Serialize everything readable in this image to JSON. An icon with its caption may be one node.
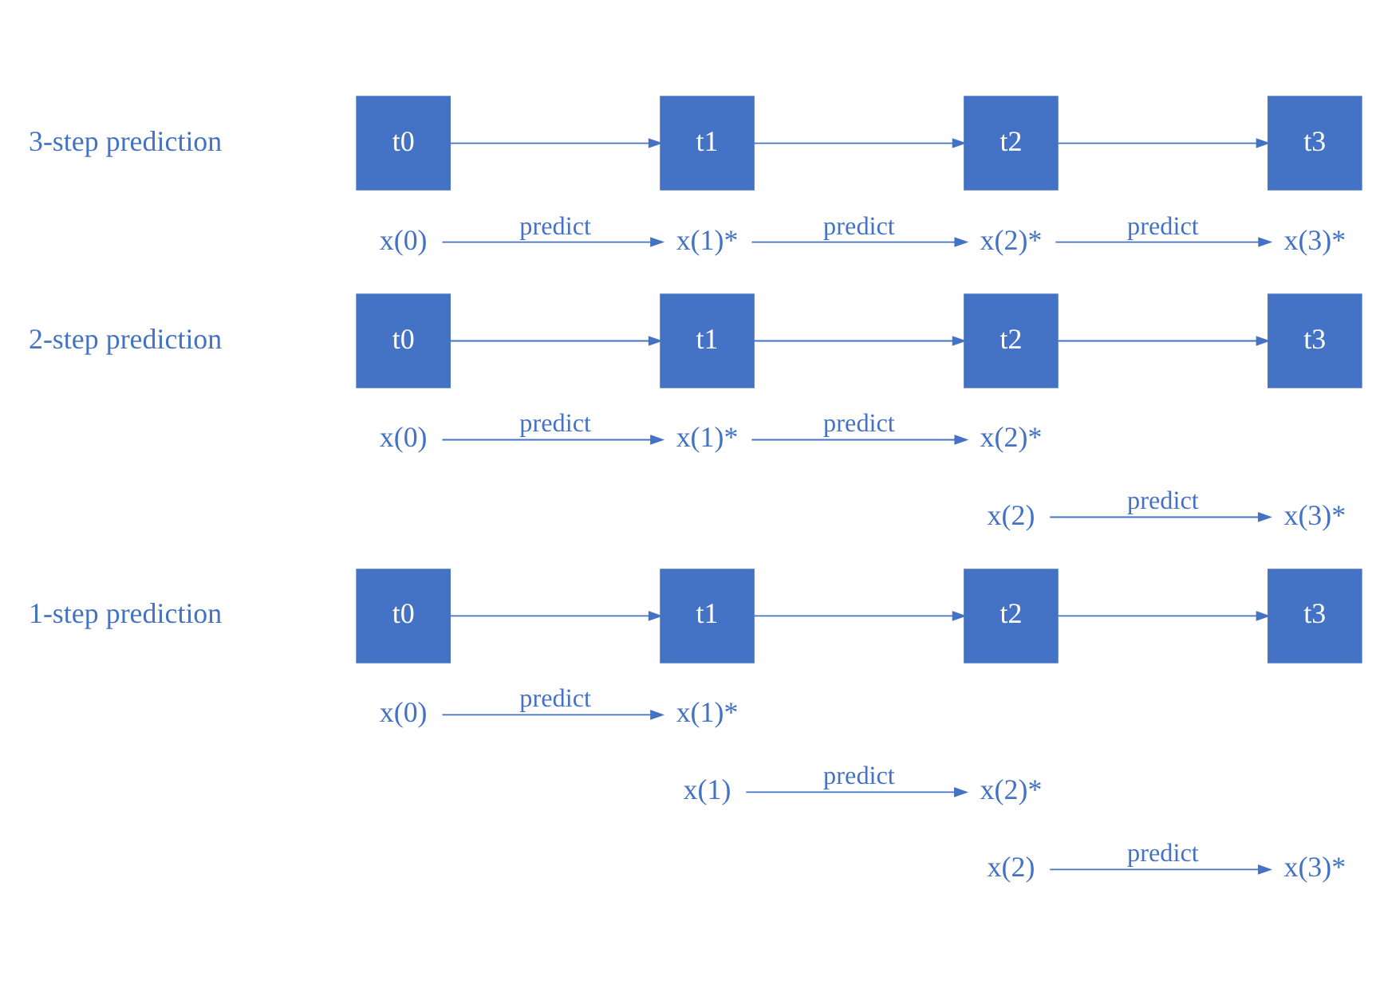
{
  "diagram": {
    "nodes": [
      {
        "text": [
          "t0"
        ]
      },
      {
        "text": [
          "t1"
        ]
      },
      {
        "text": [
          "t2"
        ]
      },
      {
        "text": [
          "t3"
        ]
      },
      {
        "text": [
          "x(0)"
        ]
      },
      {
        "text": [
          "x(1)*"
        ]
      },
      {
        "text": [
          "x(1)"
        ]
      },
      {
        "text": [
          "x(2)*"
        ]
      },
      {
        "text": [
          "x(2)"
        ]
      },
      {
        "text": [
          "x(3)*"
        ]
      },
      {
        "text": [
          "t0"
        ]
      },
      {
        "text": [
          "t1"
        ]
      },
      {
        "text": [
          "t2"
        ]
      },
      {
        "text": [
          "t3"
        ]
      },
      {
        "text": [
          "x(0)"
        ]
      },
      {
        "text": [
          "x(1)*"
        ]
      },
      {
        "text": [
          "x(2)*"
        ]
      },
      {
        "text": [
          "x(2)"
        ]
      },
      {
        "text": [
          "x(3)*"
        ]
      },
      {
        "text": [
          "t0"
        ]
      },
      {
        "text": [
          "t1"
        ]
      },
      {
        "text": [
          "t2"
        ]
      },
      {
        "text": [
          "t3"
        ]
      },
      {
        "text": [
          "x(0)"
        ]
      },
      {
        "text": [
          "x(1)*"
        ]
      },
      {
        "text": [
          "x(2)*"
        ]
      },
      {
        "text": [
          "x(3)*"
        ]
      }
    ],
    "edges": [
      {
        "from": 4,
        "to": 5,
        "arrow": "to",
        "label": "predict"
      },
      {
        "from": 6,
        "to": 7,
        "arrow": "to",
        "label": "predict"
      },
      {
        "from": 8,
        "to": 9,
        "arrow": "to",
        "label": "predict"
      },
      {
        "from": 0,
        "to": 1,
        "arrow": "to"
      },
      {
        "from": 1,
        "to": 2,
        "arrow": "to"
      },
      {
        "from": 2,
        "to": 3,
        "arrow": "to"
      },
      {
        "from": 14,
        "to": 15,
        "arrow": "to",
        "label": "predict"
      },
      {
        "from": 15,
        "to": 16,
        "arrow": "to",
        "label": "predict"
      },
      {
        "from": 17,
        "to": 18,
        "arrow": "to",
        "label": "predict"
      },
      {
        "from": 10,
        "to": 11,
        "arrow": "to"
      },
      {
        "from": 11,
        "to": 12,
        "arrow": "to"
      },
      {
        "from": 12,
        "to": 13,
        "arrow": "to"
      },
      {
        "from": 23,
        "to": 24,
        "arrow": "to",
        "label": "predict"
      },
      {
        "from": 24,
        "to": 25,
        "arrow": "to",
        "label": "predict"
      },
      {
        "from": 25,
        "to": 26,
        "arrow": "to",
        "label": "predict"
      },
      {
        "from": 19,
        "to": 20,
        "arrow": "to"
      },
      {
        "from": 20,
        "to": 21,
        "arrow": "to"
      },
      {
        "from": 21,
        "to": 22,
        "arrow": "to"
      }
    ],
    "labels": [
      "1-step prediction",
      "2-step prediction",
      "3-step prediction"
    ]
  }
}
